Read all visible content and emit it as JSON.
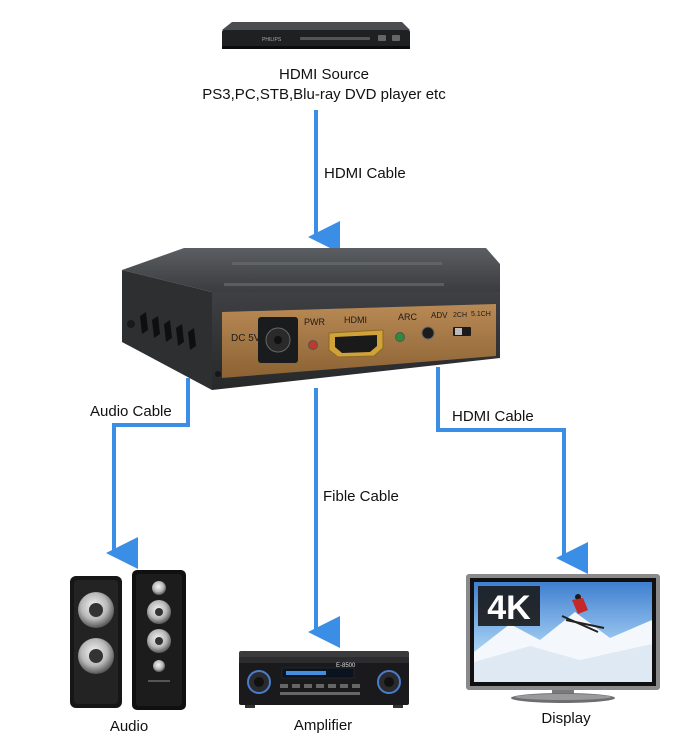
{
  "source": {
    "title": "HDMI Source",
    "subtitle": "PS3,PC,STB,Blu-ray DVD player etc",
    "brand": "PHILIPS"
  },
  "converter": {
    "ports": {
      "dc": "DC 5V",
      "pwr": "PWR",
      "hdmi": "HDMI",
      "arc": "ARC",
      "adv": "ADV",
      "ch2": "2CH",
      "ch51": "5.1CH"
    }
  },
  "connections": {
    "top": "HDMI Cable",
    "left": "Audio Cable",
    "middle": "Fible Cable",
    "right": "HDMI Cable"
  },
  "outputs": {
    "audio": "Audio",
    "amplifier": "Amplifier",
    "display": "Display"
  },
  "amplifier_model": "E-8500",
  "display_badge": "4K",
  "colors": {
    "arrow": "#3a8ee6",
    "device_body": "#3d3f42",
    "panel": "#a0733f"
  }
}
